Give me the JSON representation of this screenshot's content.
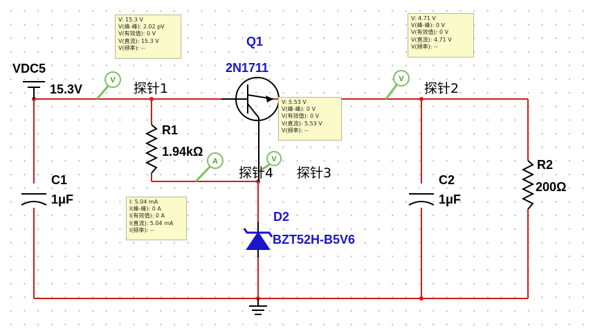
{
  "source": {
    "name": "VDC5",
    "value": "15.3V"
  },
  "transistor": {
    "ref": "Q1",
    "model": "2N1711"
  },
  "r1": {
    "ref": "R1",
    "value": "1.94kΩ"
  },
  "r2": {
    "ref": "R2",
    "value": "200Ω"
  },
  "c1": {
    "ref": "C1",
    "value": "1μF"
  },
  "c2": {
    "ref": "C2",
    "value": "1μF"
  },
  "zener": {
    "ref": "D2",
    "model": "BZT52H-B5V6"
  },
  "probes": {
    "p1": {
      "name": "探针1",
      "glyph": "V",
      "lines": [
        "V: 15.3 V",
        "V(峰-峰): 2.02 pV",
        "V(有效值): 0 V",
        "V(直流): 15.3 V",
        "V(频率): --"
      ]
    },
    "p2": {
      "name": "探针2",
      "glyph": "V",
      "lines": [
        "V: 4.71 V",
        "V(峰-峰): 0 V",
        "V(有效值): 0 V",
        "V(直流): 4.71 V",
        "V(频率): --"
      ]
    },
    "p3": {
      "name": "探针3",
      "glyph": "V",
      "lines": [
        "V: 5.53 V",
        "V(峰-峰): 0 V",
        "V(有效值): 0 V",
        "V(直流): 5.53 V",
        "V(频率): --"
      ]
    },
    "p4": {
      "name": "探针4",
      "glyph": "A",
      "lines": [
        "I: 5.04 mA",
        "I(峰-峰): 0 A",
        "I(有效值): 0 A",
        "I(直流): 5.04 mA",
        "I(频率): --"
      ]
    }
  },
  "colors": {
    "wire": "#d11a1a",
    "component_label": "#1c14c8",
    "probe_outline": "#7fbf5f",
    "tooltip_bg": "#fbfbc9"
  }
}
